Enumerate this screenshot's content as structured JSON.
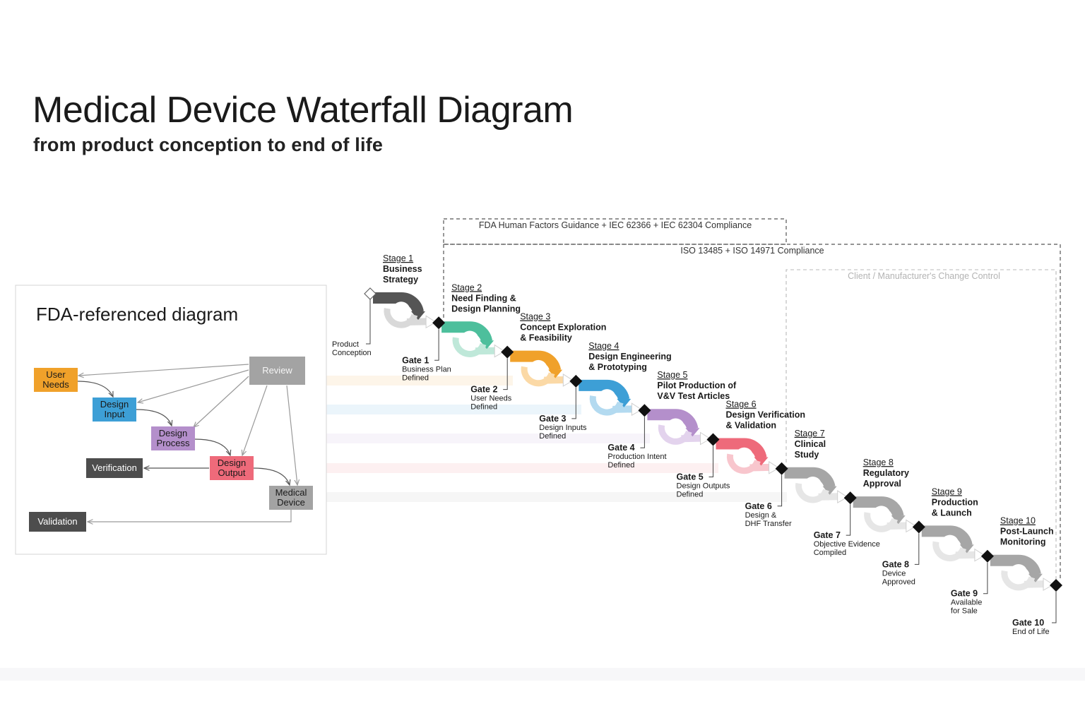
{
  "title": "Medical Device Waterfall Diagram",
  "subtitle": "from product conception to end of life",
  "fda": {
    "title": "FDA-referenced diagram",
    "nodes": [
      {
        "id": "review",
        "label": "Review",
        "fill": "#a3a3a3",
        "text": "#f4f4f4"
      },
      {
        "id": "user-needs",
        "label": "User\nNeeds",
        "fill": "#f0a12a",
        "text": "#1a1a1a"
      },
      {
        "id": "design-input",
        "label": "Design\nInput",
        "fill": "#3d9fd6",
        "text": "#1a1a1a"
      },
      {
        "id": "design-process",
        "label": "Design\nProcess",
        "fill": "#b48fcb",
        "text": "#1a1a1a"
      },
      {
        "id": "design-output",
        "label": "Design\nOutput",
        "fill": "#ee6a7a",
        "text": "#1a1a1a"
      },
      {
        "id": "medical-device",
        "label": "Medical\nDevice",
        "fill": "#a3a3a3",
        "text": "#1a1a1a"
      },
      {
        "id": "verification",
        "label": "Verification",
        "fill": "#4d4d4d",
        "text": "#ffffff"
      },
      {
        "id": "validation",
        "label": "Validation",
        "fill": "#4d4d4d",
        "text": "#ffffff"
      }
    ]
  },
  "compliance": {
    "fda_hf": "FDA Human Factors Guidance + IEC 62366 + IEC 62304 Compliance",
    "iso": "ISO 13485 + ISO 14971 Compliance",
    "change_control": "Client / Manufacturer's Change Control"
  },
  "start": {
    "label": "Product\nConception"
  },
  "stages": [
    {
      "num": "Stage 1",
      "name": "Business\nStrategy",
      "color": "#555555",
      "light": "#d9d9d9"
    },
    {
      "num": "Stage 2",
      "name": "Need Finding &\nDesign Planning",
      "color": "#4dbf9c",
      "light": "#bfe8d9"
    },
    {
      "num": "Stage 3",
      "name": "Concept Exploration\n& Feasibility",
      "color": "#f0a12a",
      "light": "#fbd9a6"
    },
    {
      "num": "Stage 4",
      "name": "Design Engineering\n& Prototyping",
      "color": "#3d9fd6",
      "light": "#b3daf0"
    },
    {
      "num": "Stage 5",
      "name": "Pilot Production of\nV&V Test Articles",
      "color": "#b48fcb",
      "light": "#e3d3ed"
    },
    {
      "num": "Stage 6",
      "name": "Design Verification\n& Validation",
      "color": "#ee6a7a",
      "light": "#f8c6cd"
    },
    {
      "num": "Stage 7",
      "name": "Clinical\nStudy",
      "color": "#a6a6a6",
      "light": "#e6e6e6"
    },
    {
      "num": "Stage 8",
      "name": "Regulatory\nApproval",
      "color": "#a6a6a6",
      "light": "#e6e6e6"
    },
    {
      "num": "Stage 9",
      "name": "Production\n& Launch",
      "color": "#a6a6a6",
      "light": "#e6e6e6"
    },
    {
      "num": "Stage 10",
      "name": "Post-Launch\nMonitoring",
      "color": "#a6a6a6",
      "light": "#e6e6e6"
    }
  ],
  "gates": [
    {
      "num": "Gate 1",
      "desc": "Business Plan\nDefined"
    },
    {
      "num": "Gate 2",
      "desc": "User Needs\nDefined"
    },
    {
      "num": "Gate 3",
      "desc": "Design Inputs\nDefined"
    },
    {
      "num": "Gate 4",
      "desc": "Production Intent\nDefined"
    },
    {
      "num": "Gate 5",
      "desc": "Design Outputs\nDefined"
    },
    {
      "num": "Gate 6",
      "desc": "Design &\nDHF Transfer"
    },
    {
      "num": "Gate 7",
      "desc": "Objective Evidence\nCompiled"
    },
    {
      "num": "Gate 8",
      "desc": "Device\nApproved"
    },
    {
      "num": "Gate 9",
      "desc": "Available\nfor Sale"
    },
    {
      "num": "Gate 10",
      "desc": "End of Life"
    }
  ]
}
